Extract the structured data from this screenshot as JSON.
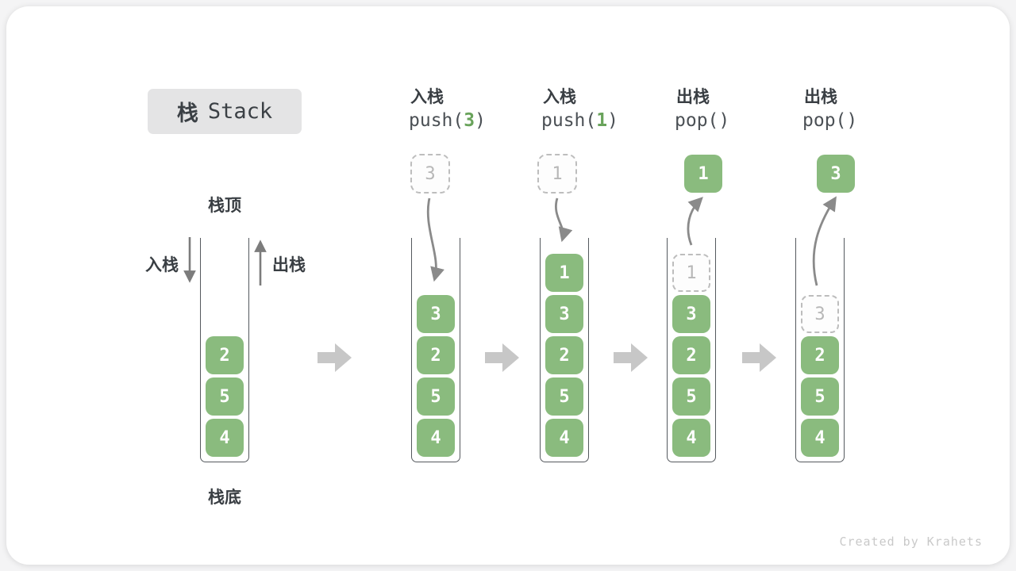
{
  "title": {
    "cjk": "栈",
    "latin": "Stack"
  },
  "side_labels": {
    "stack_top": "栈顶",
    "stack_bottom": "栈底",
    "push_side": "入栈",
    "pop_side": "出栈"
  },
  "operations": [
    {
      "name": "入栈",
      "code_pre": "push(",
      "code_arg": "3",
      "code_post": ")"
    },
    {
      "name": "入栈",
      "code_pre": "push(",
      "code_arg": "1",
      "code_post": ")"
    },
    {
      "name": "出栈",
      "code_pre": "pop(",
      "code_arg": "",
      "code_post": ")"
    },
    {
      "name": "出栈",
      "code_pre": "pop(",
      "code_arg": "",
      "code_post": ")"
    }
  ],
  "columns": {
    "c1": {
      "cells": [
        "2",
        "5",
        "4"
      ]
    },
    "c2": {
      "floating": "3",
      "cells": [
        "3",
        "2",
        "5",
        "4"
      ]
    },
    "c3": {
      "floating": "1",
      "cells": [
        "1",
        "3",
        "2",
        "5",
        "4"
      ]
    },
    "c4": {
      "popped": "1",
      "ghost": "1",
      "cells": [
        "3",
        "2",
        "5",
        "4"
      ]
    },
    "c5": {
      "popped": "3",
      "ghost": "3",
      "cells": [
        "2",
        "5",
        "4"
      ]
    }
  },
  "watermark": "Created by Krahets",
  "colors": {
    "cell_green": "#8abb7e",
    "code_arg_green": "#69a35b",
    "ghost_gray": "#bdbdbd",
    "curved_arrow_gray": "#8a8a8a",
    "block_arrow_gray": "#c7c7c7",
    "title_bg": "#e4e4e5",
    "text_dark": "#3b4045"
  }
}
